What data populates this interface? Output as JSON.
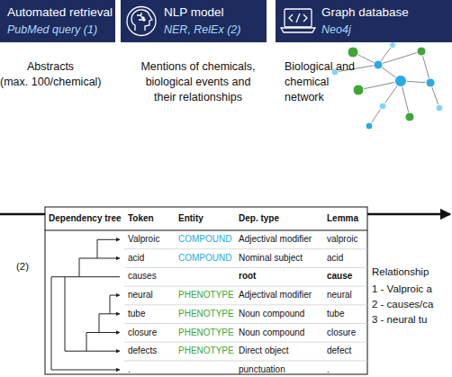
{
  "diagram": {
    "nodes": [
      {
        "text": [
          "Automated retrieval",
          "PubMed query (1)"
        ]
      },
      {
        "text": [
          "NLP model",
          "NER, RelEx (2)"
        ]
      },
      {
        "text": [
          "Graph database",
          "Neo4j"
        ]
      }
    ],
    "labels": [
      "Abstracts",
      "(max. 100/chemical)",
      "Mentions of chemicals, biological events and their relationships",
      "Biological and chemical network",
      "(2)",
      "Dependency tree",
      "Token",
      "Entity",
      "Dep. type",
      "Lemma",
      "Valproic",
      "COMPOUND",
      "Adjectival modifier",
      "valproic",
      "acid",
      "COMPOUND",
      "Nominal subject",
      "acid",
      "causes",
      "root",
      "cause",
      "neural",
      "PHENOTYPE",
      "Adjectival modifier",
      "neural",
      "tube",
      "PHENOTYPE",
      "Noun compound",
      "tube",
      "closure",
      "PHENOTYPE",
      "Noun compound",
      "closure",
      "defects",
      "PHENOTYPE",
      "Direct object",
      "defect",
      ".",
      "punctuation",
      ".",
      "Relationship",
      "1 - Valproic a",
      "2 - causes/ca",
      "3 - neural tu"
    ]
  }
}
